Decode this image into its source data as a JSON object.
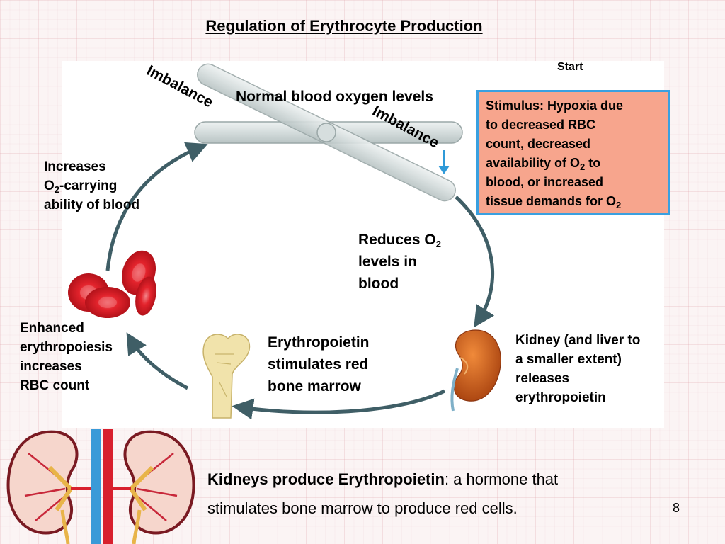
{
  "title": "Regulation of Erythrocyte Production",
  "start_label": "Start",
  "imbalance_left": "Imbalance",
  "imbalance_right": "Imbalance",
  "normal_label": "Normal blood oxygen levels",
  "stimulus": {
    "line1": "Stimulus: Hypoxia due",
    "line2": "to decreased RBC",
    "line3": "count, decreased",
    "line4_pre": "availability of O",
    "line4_sub": "2",
    "line4_post": " to",
    "line5": "blood, or increased",
    "line6_pre": "tissue demands for O",
    "line6_sub": "2"
  },
  "increases": {
    "line1": "Increases",
    "line2_pre": "O",
    "line2_sub": "2",
    "line2_post": "-carrying",
    "line3": "ability of blood"
  },
  "reduces": {
    "line1_pre": "Reduces O",
    "line1_sub": "2",
    "line2": "levels in",
    "line3": "blood"
  },
  "enhanced": {
    "line1": "Enhanced",
    "line2": "erythropoiesis",
    "line3": "increases",
    "line4": "RBC count"
  },
  "epo": {
    "line1": "Erythropoietin",
    "line2": "stimulates red",
    "line3": "bone marrow"
  },
  "kidney": {
    "line1": "Kidney (and liver to",
    "line2": "a smaller extent)",
    "line3": "releases",
    "line4": "erythropoietin"
  },
  "bottom": {
    "bold": "Kidneys produce Erythropoietin",
    "rest1": ": a hormone that",
    "line2": "stimulates bone marrow to produce red cells."
  },
  "page_number": "8",
  "colors": {
    "stimulus_fill": "#f7a58d",
    "stimulus_border": "#3aa0e0",
    "cycle_arrow": "#3f5e66",
    "rbc": "#e0202a",
    "kidney": "#c9571b",
    "bone": "#efe0a6"
  }
}
